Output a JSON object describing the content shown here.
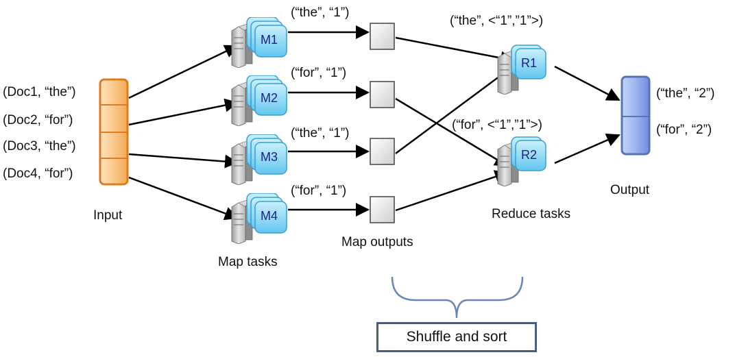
{
  "inputs": [
    {
      "text": "(Doc1, “the”)"
    },
    {
      "text": "(Doc2, “for”)"
    },
    {
      "text": "(Doc3, “the”)"
    },
    {
      "text": "(Doc4, “for”)"
    }
  ],
  "input_caption": "Input",
  "map_tasks": [
    {
      "label": "M1"
    },
    {
      "label": "M2"
    },
    {
      "label": "M3"
    },
    {
      "label": "M4"
    }
  ],
  "map_tasks_caption": "Map tasks",
  "map_outputs": [
    {
      "text": "(“the”, “1”)"
    },
    {
      "text": "(“for”, “1”)"
    },
    {
      "text": "(“the”, “1”)"
    },
    {
      "text": "(“for”, “1”)"
    }
  ],
  "map_outputs_caption": "Map outputs",
  "reduce_tasks": [
    {
      "label": "R1",
      "input_text": "(“the”, <“1”,”1”>)"
    },
    {
      "label": "R2",
      "input_text": "(“for”, <“1”,”1”>)"
    }
  ],
  "reduce_tasks_caption": "Reduce tasks",
  "outputs": [
    {
      "text": "(“the”, “2”)"
    },
    {
      "text": "(“for”, “2”)"
    }
  ],
  "output_caption": "Output",
  "shuffle_label": "Shuffle and sort",
  "colors": {
    "input_fill": "#f9c98a",
    "input_border": "#e07b1d",
    "task_fill": "#8fd8f5",
    "task_border": "#3a9fd0",
    "output_fill": "#9db4ef",
    "output_border": "#5873b8",
    "box_border": "#4a5d7e"
  }
}
